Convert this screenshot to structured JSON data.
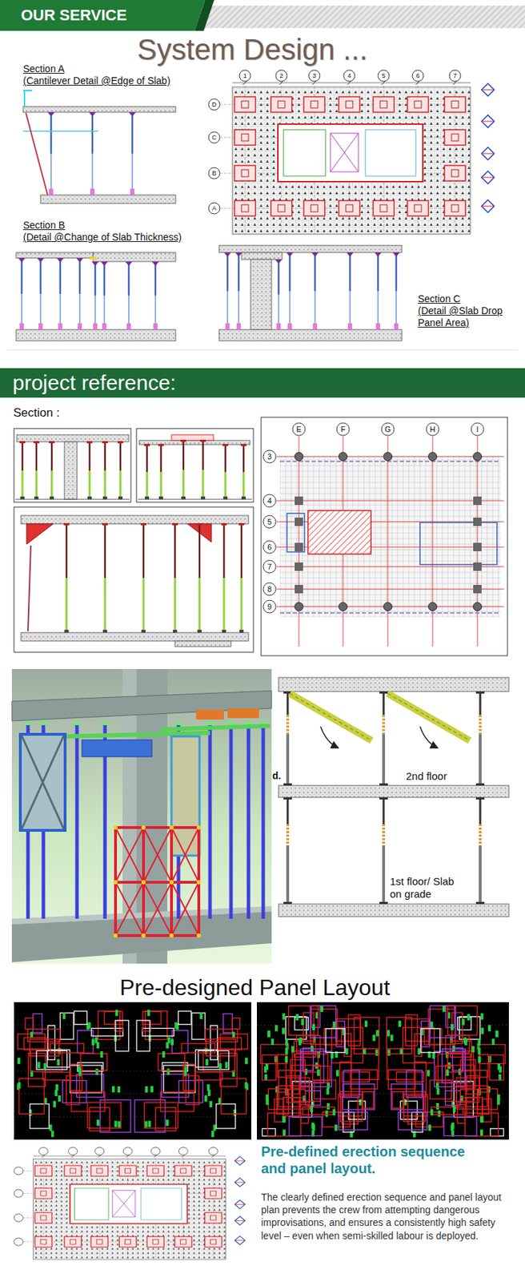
{
  "diagram": {
    "title": "System Design ...",
    "nodes": [
      {
        "text": [
          "OUR SERVICE"
        ]
      },
      {
        "text": [
          "project reference:"
        ]
      }
    ],
    "labels": [
      "Section A",
      "(Cantilever Detail @Edge of Slab)",
      "Section B",
      "(Detail @Change of Slab Thickness)",
      "Section C",
      "(Detail @Slab Drop Panel Area)",
      "1",
      "2",
      "3",
      "4",
      "5",
      "6",
      "7",
      "D",
      "C",
      "B",
      "A",
      "Section :",
      "E",
      "F",
      "G",
      "H",
      "I",
      "3",
      "4",
      "5",
      "6",
      "7",
      "8",
      "9",
      "d.",
      "2nd floor",
      "1st floor/ Slab on grade",
      "Pre-designed Panel Layout",
      "Pre-defined erection sequence and panel layout.",
      "The clearly defined erection sequence and panel layout plan prevents the crew from attempting dangerous improvisations, and ensures a consistently high safety level – even when semi-skilled labour is deployed."
    ]
  }
}
